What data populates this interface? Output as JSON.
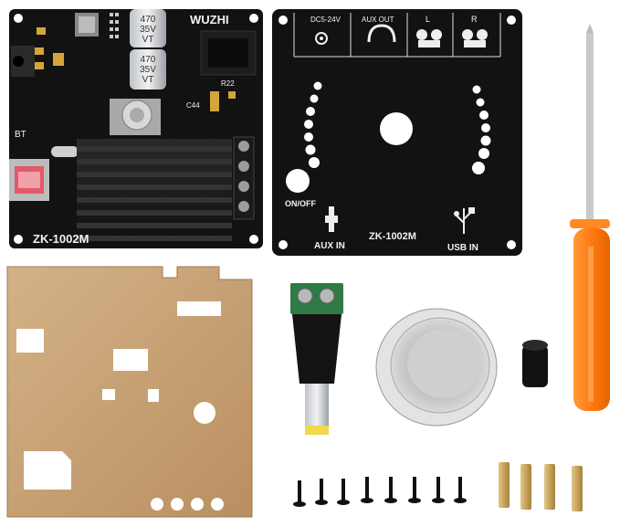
{
  "pcb": {
    "brand": "WUZHI",
    "model": "ZK-1002M",
    "bt_label": "BT",
    "cap_top": [
      "470",
      "35V",
      "VT"
    ],
    "cap_bottom": [
      "470",
      "35V",
      "VT"
    ],
    "silk_r22": "R22",
    "silk_c44": "C44"
  },
  "front_panel": {
    "dc_label": "DC5-24V",
    "aux_out_label": "AUX OUT",
    "left_label": "L",
    "right_label": "R",
    "onoff_label": "ON/OFF",
    "aux_in_label": "AUX IN",
    "model_label": "ZK-1002M",
    "usb_in_label": "USB IN"
  },
  "colors": {
    "pcb": "#121212",
    "acrylic": "#c9a57a",
    "heatsink": "#1a1a1a",
    "terminal_green": "#2f7a45",
    "screwdriver_orange": "#ff7f1a",
    "knob_silver": "#c9c9c9"
  },
  "parts": {
    "screws_count": 8,
    "standoffs_count": 4
  }
}
